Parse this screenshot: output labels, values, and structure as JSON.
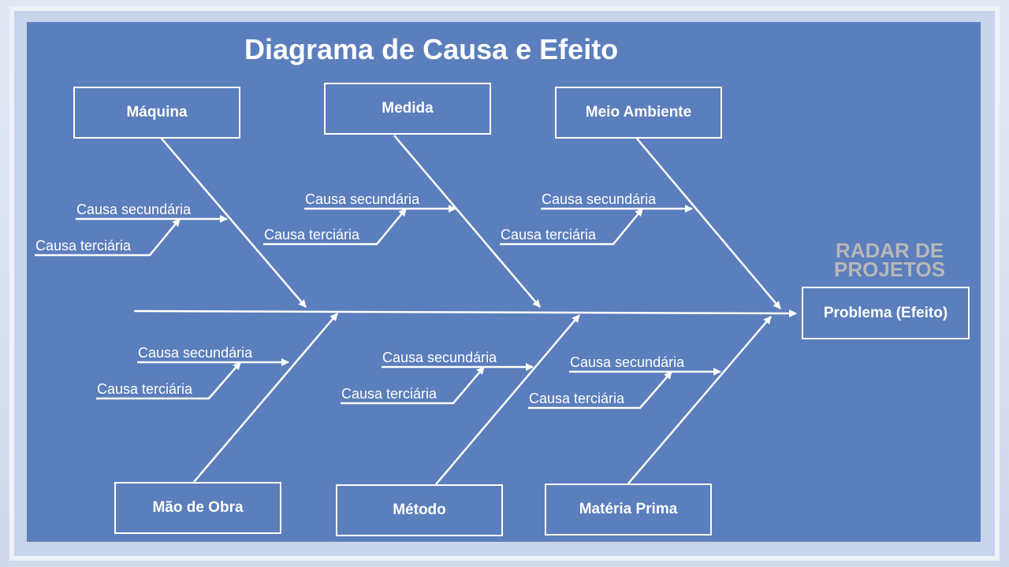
{
  "title": "Diagrama de Causa e Efeito",
  "effect": "Problema (Efeito)",
  "logo": {
    "line1": "RADAR DE",
    "line2": "PROJETOS"
  },
  "categories": {
    "top": [
      "Máquina",
      "Medida",
      "Meio Ambiente"
    ],
    "bottom": [
      "Mão de Obra",
      "Método",
      "Matéria Prima"
    ]
  },
  "labels": {
    "secondary": "Causa secundária",
    "tertiary": "Causa terciária"
  },
  "colors": {
    "board": "#5b7ebc",
    "lines": "#ffffff",
    "frame": "#e3e9f4"
  }
}
